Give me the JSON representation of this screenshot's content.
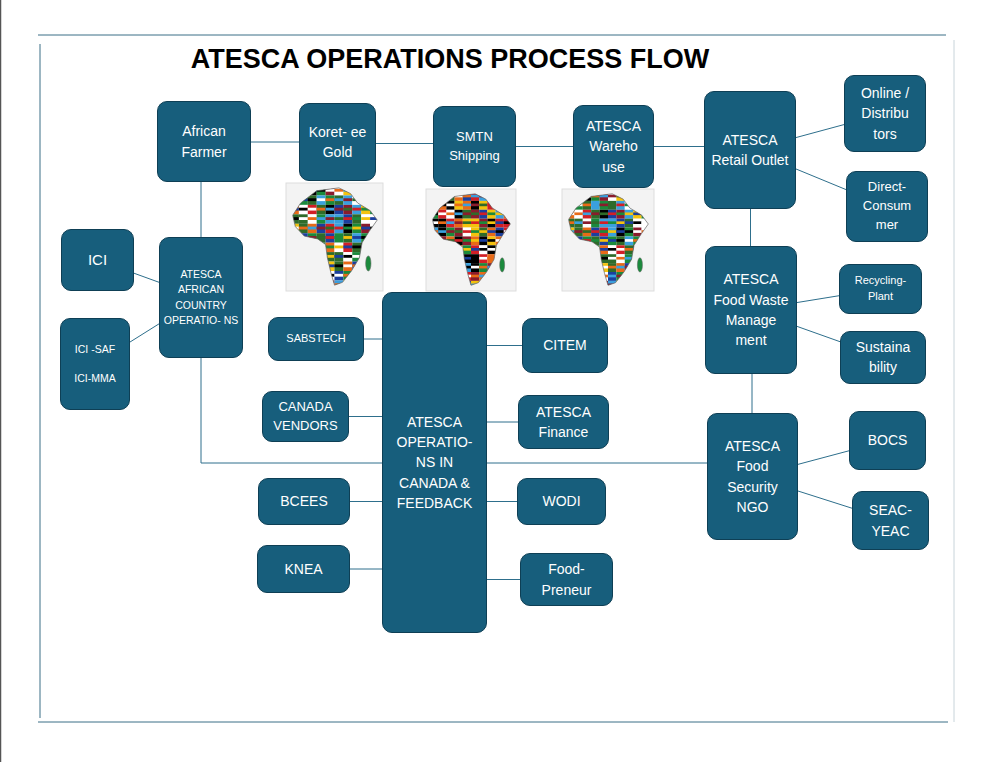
{
  "diagram": {
    "title": "ATESCA OPERATIONS PROCESS FLOW",
    "nodes": [
      {
        "text": [
          "African Farmer"
        ]
      },
      {
        "text": [
          "Koret- ee Gold"
        ]
      },
      {
        "text": [
          "SMTN Shipping"
        ]
      },
      {
        "text": [
          "ATESCA Wareho use"
        ]
      },
      {
        "text": [
          "ATESCA Retail Outlet"
        ]
      },
      {
        "text": [
          "Online / Distribu tors"
        ]
      },
      {
        "text": [
          "Direct- Consum mer"
        ]
      },
      {
        "text": [
          "ICI"
        ]
      },
      {
        "text": [
          "ATESCA AFRICAN COUNTRY OPERATIO- NS"
        ]
      },
      {
        "text": [
          "ICI -SAF",
          "ICI-MMA"
        ]
      },
      {
        "text": [
          "SABSTECH"
        ]
      },
      {
        "text": [
          "ATESCA OPERATIO- NS IN CANADA & FEEDBACK"
        ]
      },
      {
        "text": [
          "CITEM"
        ]
      },
      {
        "text": [
          "CANADA VENDORS"
        ]
      },
      {
        "text": [
          "ATESCA Finance"
        ]
      },
      {
        "text": [
          "BCEES"
        ]
      },
      {
        "text": [
          "WODI"
        ]
      },
      {
        "text": [
          "KNEA"
        ]
      },
      {
        "text": [
          "Food- Preneur"
        ]
      },
      {
        "text": [
          "ATESCA Food Waste Manage ment"
        ]
      },
      {
        "text": [
          "Recycling- Plant"
        ]
      },
      {
        "text": [
          "Sustaina bility"
        ]
      },
      {
        "text": [
          "ATESCA Food Security NGO"
        ]
      },
      {
        "text": [
          "BOCS"
        ]
      },
      {
        "text": [
          "SEAC- YEAC"
        ]
      }
    ],
    "edges": [
      {
        "from": 0,
        "to": 1,
        "arrow": "none"
      },
      {
        "from": 1,
        "to": 2,
        "arrow": "none"
      },
      {
        "from": 2,
        "to": 3,
        "arrow": "none"
      },
      {
        "from": 3,
        "to": 4,
        "arrow": "none"
      },
      {
        "from": 4,
        "to": 5,
        "arrow": "none"
      },
      {
        "from": 4,
        "to": 6,
        "arrow": "none"
      },
      {
        "from": 0,
        "to": 8,
        "arrow": "none"
      },
      {
        "from": 7,
        "to": 8,
        "arrow": "none"
      },
      {
        "from": 9,
        "to": 8,
        "arrow": "none"
      },
      {
        "from": 8,
        "to": 11,
        "arrow": "none"
      },
      {
        "from": 11,
        "to": 22,
        "arrow": "none"
      },
      {
        "from": 10,
        "to": 11,
        "arrow": "none"
      },
      {
        "from": 13,
        "to": 11,
        "arrow": "none"
      },
      {
        "from": 15,
        "to": 11,
        "arrow": "none"
      },
      {
        "from": 17,
        "to": 11,
        "arrow": "none"
      },
      {
        "from": 11,
        "to": 12,
        "arrow": "none"
      },
      {
        "from": 11,
        "to": 14,
        "arrow": "none"
      },
      {
        "from": 11,
        "to": 16,
        "arrow": "none"
      },
      {
        "from": 11,
        "to": 18,
        "arrow": "none"
      },
      {
        "from": 4,
        "to": 19,
        "arrow": "none"
      },
      {
        "from": 19,
        "to": 20,
        "arrow": "none"
      },
      {
        "from": 19,
        "to": 21,
        "arrow": "none"
      },
      {
        "from": 19,
        "to": 22,
        "arrow": "none"
      },
      {
        "from": 22,
        "to": 23,
        "arrow": "none"
      },
      {
        "from": 22,
        "to": 24,
        "arrow": "none"
      }
    ]
  }
}
